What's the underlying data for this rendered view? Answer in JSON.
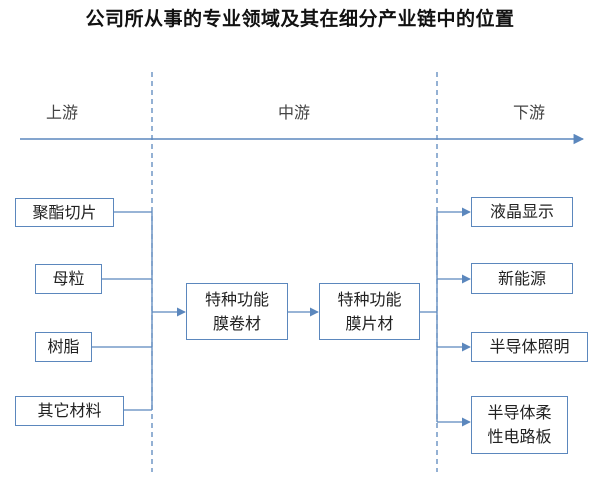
{
  "title": "公司所从事的专业领域及其在细分产业链中的位置",
  "stages": {
    "upstream": "上游",
    "midstream": "中游",
    "downstream": "下游"
  },
  "upstream_items": [
    "聚酯切片",
    "母粒",
    "树脂",
    "其它材料"
  ],
  "midstream_items": {
    "roll": [
      "特种功能",
      "膜卷材"
    ],
    "sheet": [
      "特种功能",
      "膜片材"
    ]
  },
  "downstream_items": {
    "lcd": "液晶显示",
    "new_energy": "新能源",
    "semi_lighting": "半导体照明",
    "flex_circuit": [
      "半导体柔",
      "性电路板"
    ]
  },
  "colors": {
    "box_border": "#5b87bd",
    "connector": "#5b87bd",
    "divider": "#5b87bd"
  }
}
